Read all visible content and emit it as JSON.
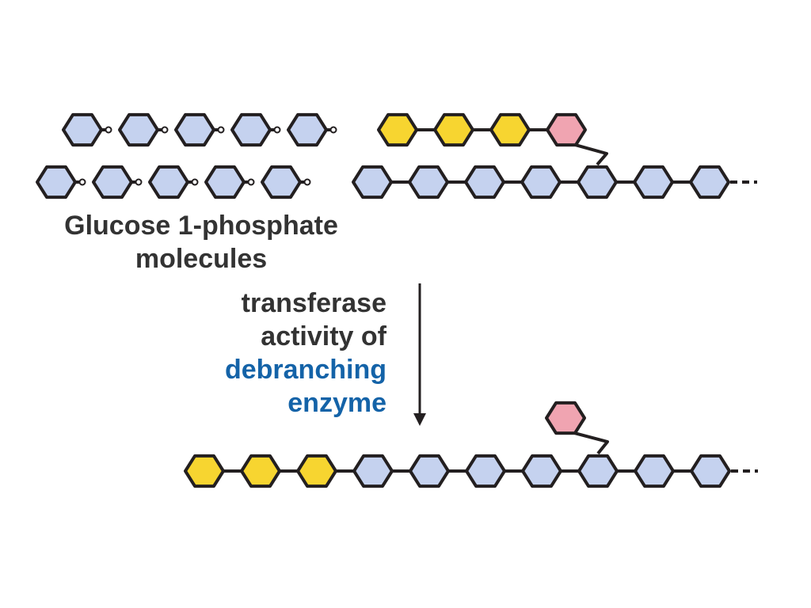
{
  "colors": {
    "glucose": "#c5d2ef",
    "transferred": "#f7d530",
    "branch": "#f0a4b1",
    "outline": "#231f20",
    "text": "#333333",
    "enzyme_text": "#1463a8"
  },
  "labels": {
    "g1p_line1": "Glucose 1-phosphate",
    "g1p_line2": "molecules",
    "enzyme_line1": "transferase",
    "enzyme_line2": "activity of",
    "enzyme_line3": "debranching",
    "enzyme_line4": "enzyme"
  },
  "free_glucose_1_phosphate": {
    "row1_count": 5,
    "row2_count": 5
  },
  "glycogen_before": {
    "branch": [
      "transferred",
      "transferred",
      "transferred",
      "branch"
    ],
    "main_chain": [
      "glucose",
      "glucose",
      "glucose",
      "glucose",
      "glucose",
      "glucose",
      "glucose"
    ],
    "continues": "---"
  },
  "glycogen_after": {
    "branch": [
      "branch"
    ],
    "main_chain": [
      "transferred",
      "transferred",
      "transferred",
      "glucose",
      "glucose",
      "glucose",
      "glucose",
      "glucose",
      "glucose",
      "glucose"
    ],
    "continues": "---"
  }
}
